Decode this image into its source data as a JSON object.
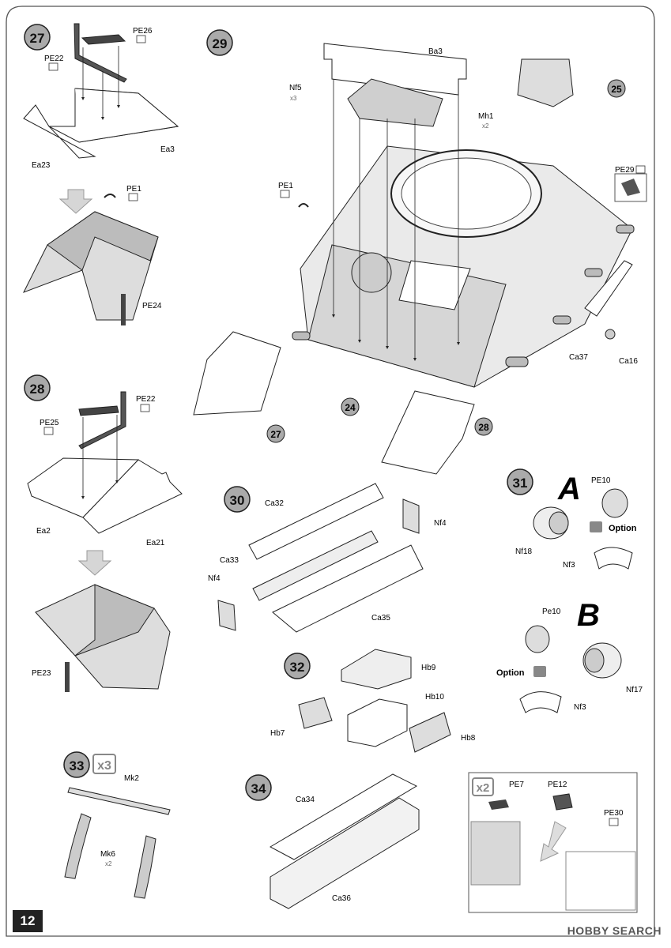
{
  "page": {
    "number": "12"
  },
  "watermark": "HOBBY SEARCH",
  "steps": {
    "s24": "24",
    "s25": "25",
    "s27": "27",
    "s28": "28",
    "s29": "29",
    "s30": "30",
    "s31": "31",
    "s32": "32",
    "s33": "33",
    "s34": "34",
    "ref27": "27",
    "ref28": "28"
  },
  "labels": {
    "pe26": "PE26",
    "pe22a": "PE22",
    "ea3": "Ea3",
    "ea23": "Ea23",
    "pe1a": "PE1",
    "pe24": "PE24",
    "pe25": "PE25",
    "pe22b": "PE22",
    "ea2": "Ea2",
    "ea21": "Ea21",
    "pe23": "PE23",
    "ba3": "Ba3",
    "nf5": "Nf5",
    "x3a": "x3",
    "mh1": "Mh1",
    "x2a": "x2",
    "pe1b": "PE1",
    "pe29": "PE29",
    "ca37": "Ca37",
    "ca16": "Ca16",
    "ca32": "Ca32",
    "ca33": "Ca33",
    "nf4a": "Nf4",
    "nf4b": "Nf4",
    "ca35": "Ca35",
    "pe10a": "PE10",
    "nf18": "Nf18",
    "nf3a": "Nf3",
    "pe10b": "Pe10",
    "nf3b": "Nf3",
    "nf17": "Nf17",
    "optionA": "Option",
    "optionB": "Option",
    "A": "A",
    "B": "B",
    "hb9": "Hb9",
    "hb10": "Hb10",
    "hb7": "Hb7",
    "hb8": "Hb8",
    "mk2": "Mk2",
    "mk6": "Mk6",
    "x2b": "x2",
    "x3b": "x3",
    "ca34": "Ca34",
    "ca36": "Ca36",
    "pe7": "PE7",
    "pe12": "PE12",
    "pe30": "PE30",
    "x2c": "x2"
  }
}
